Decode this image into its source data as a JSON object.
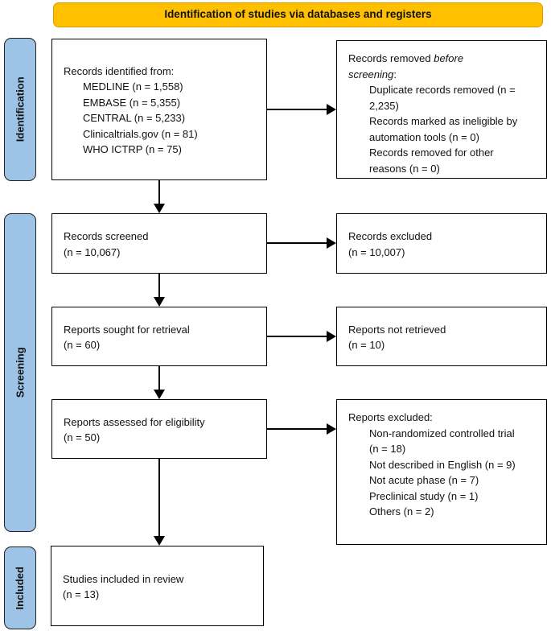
{
  "header": {
    "title": "Identification of studies via databases and registers"
  },
  "colors": {
    "header_bg": "#FFC000",
    "header_border": "#D99B00",
    "stage_bg": "#9DC3E6",
    "stage_border": "#1F1F1F",
    "box_border": "#000000",
    "text": "#111111"
  },
  "stages": [
    {
      "label": "Identification"
    },
    {
      "label": "Screening"
    },
    {
      "label": "Included"
    }
  ],
  "boxes": {
    "identified": {
      "title": "Records identified from:",
      "items": [
        "MEDLINE (n = 1,558)",
        "EMBASE (n = 5,355)",
        "CENTRAL (n = 5,233)",
        "Clinicaltrials.gov (n = 81)",
        "WHO ICTRP (n = 75)"
      ]
    },
    "removed": {
      "title_prefix": "Records removed ",
      "title_italic": "before screening",
      "title_suffix": ":",
      "items": [
        "Duplicate records removed (n = 2,235)",
        "Records marked as ineligible by automation tools (n = 0)",
        "Records removed for other reasons (n = 0)"
      ]
    },
    "screened": {
      "line1": "Records screened",
      "line2": "(n = 10,067)"
    },
    "excluded": {
      "line1": "Records excluded",
      "line2": "(n = 10,007)"
    },
    "sought": {
      "line1": "Reports sought for retrieval",
      "line2": "(n = 60)"
    },
    "not_retrieved": {
      "line1": "Reports not retrieved",
      "line2": "(n = 10)"
    },
    "assessed": {
      "line1": "Reports assessed for eligibility",
      "line2": "(n = 50)"
    },
    "reports_excluded": {
      "title": "Reports excluded:",
      "items": [
        "Non-randomized controlled trial (n = 18)",
        "Not described in English (n = 9)",
        "Not acute phase (n = 7)",
        "Preclinical study (n = 1)",
        "Others (n = 2)"
      ]
    },
    "included": {
      "line1": "Studies included in review",
      "line2": "(n = 13)"
    }
  }
}
